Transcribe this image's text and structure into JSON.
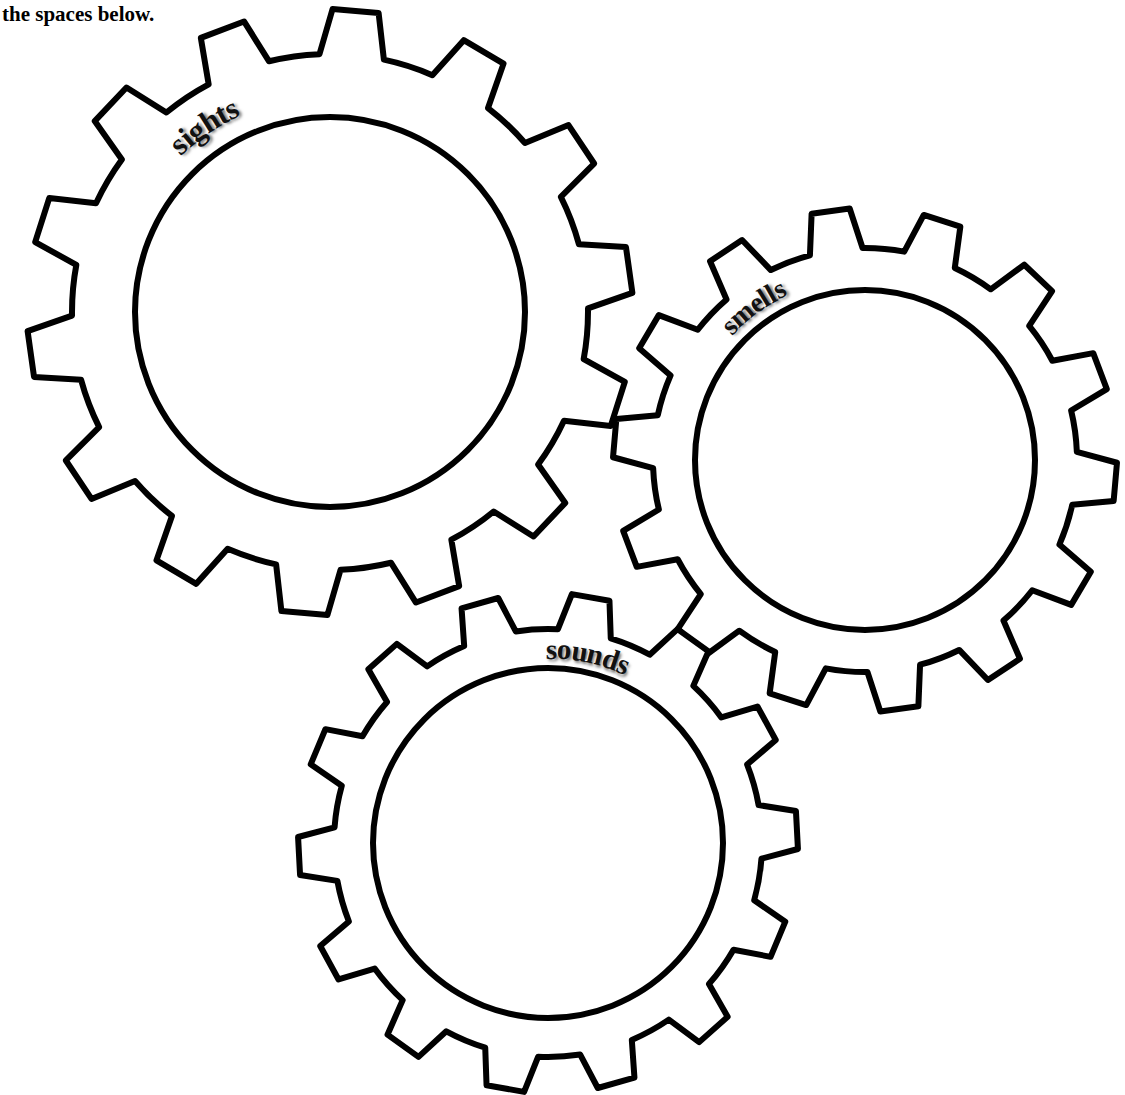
{
  "diagram": {
    "nodes": [
      {
        "text": [
          "sights"
        ]
      },
      {
        "text": [
          "smells"
        ]
      },
      {
        "text": [
          "sounds"
        ]
      }
    ],
    "labels": [
      "the spaces below."
    ]
  }
}
